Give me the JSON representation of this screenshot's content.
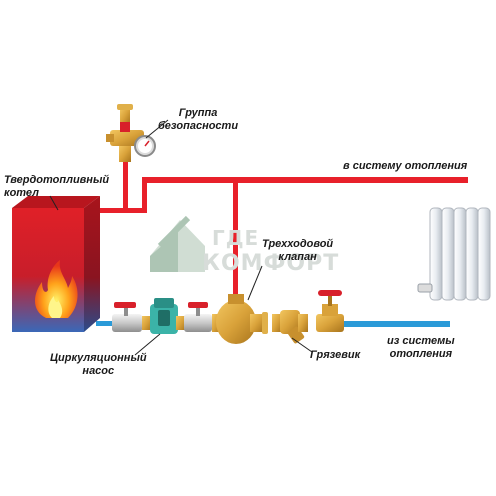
{
  "labels": {
    "safety_group": [
      "Группа",
      "безопасности"
    ],
    "heating_supply": "в систему отопления",
    "boiler": [
      "Твердотопливный",
      "котел"
    ],
    "three_way_valve": [
      "Трехходовой",
      "клапан"
    ],
    "circulation_pump": [
      "Циркуляционный",
      "насос"
    ],
    "strainer": "Грязевик",
    "heating_return": [
      "из системы",
      "отопления"
    ]
  },
  "watermark": {
    "line1": "ГДЕ",
    "line2": "КОМФОРТ"
  },
  "colors": {
    "supply_pipe": "#e8202a",
    "return_pipe": "#2a9ad8",
    "boiler_red": "#d8202a",
    "boiler_blue": "#3a6db8",
    "brass": "#d9a23a",
    "valve_handle": "#d8202a",
    "pump_body": "#3bb3a8",
    "radiator": "#e8ecf1"
  },
  "icons": [
    "boiler-icon",
    "flame-icon",
    "radiator-icon",
    "ball-valve-icon",
    "circulation-pump-icon",
    "three-way-valve-icon",
    "strainer-icon",
    "gate-valve-icon",
    "safety-group-icon",
    "pressure-gauge-icon"
  ]
}
